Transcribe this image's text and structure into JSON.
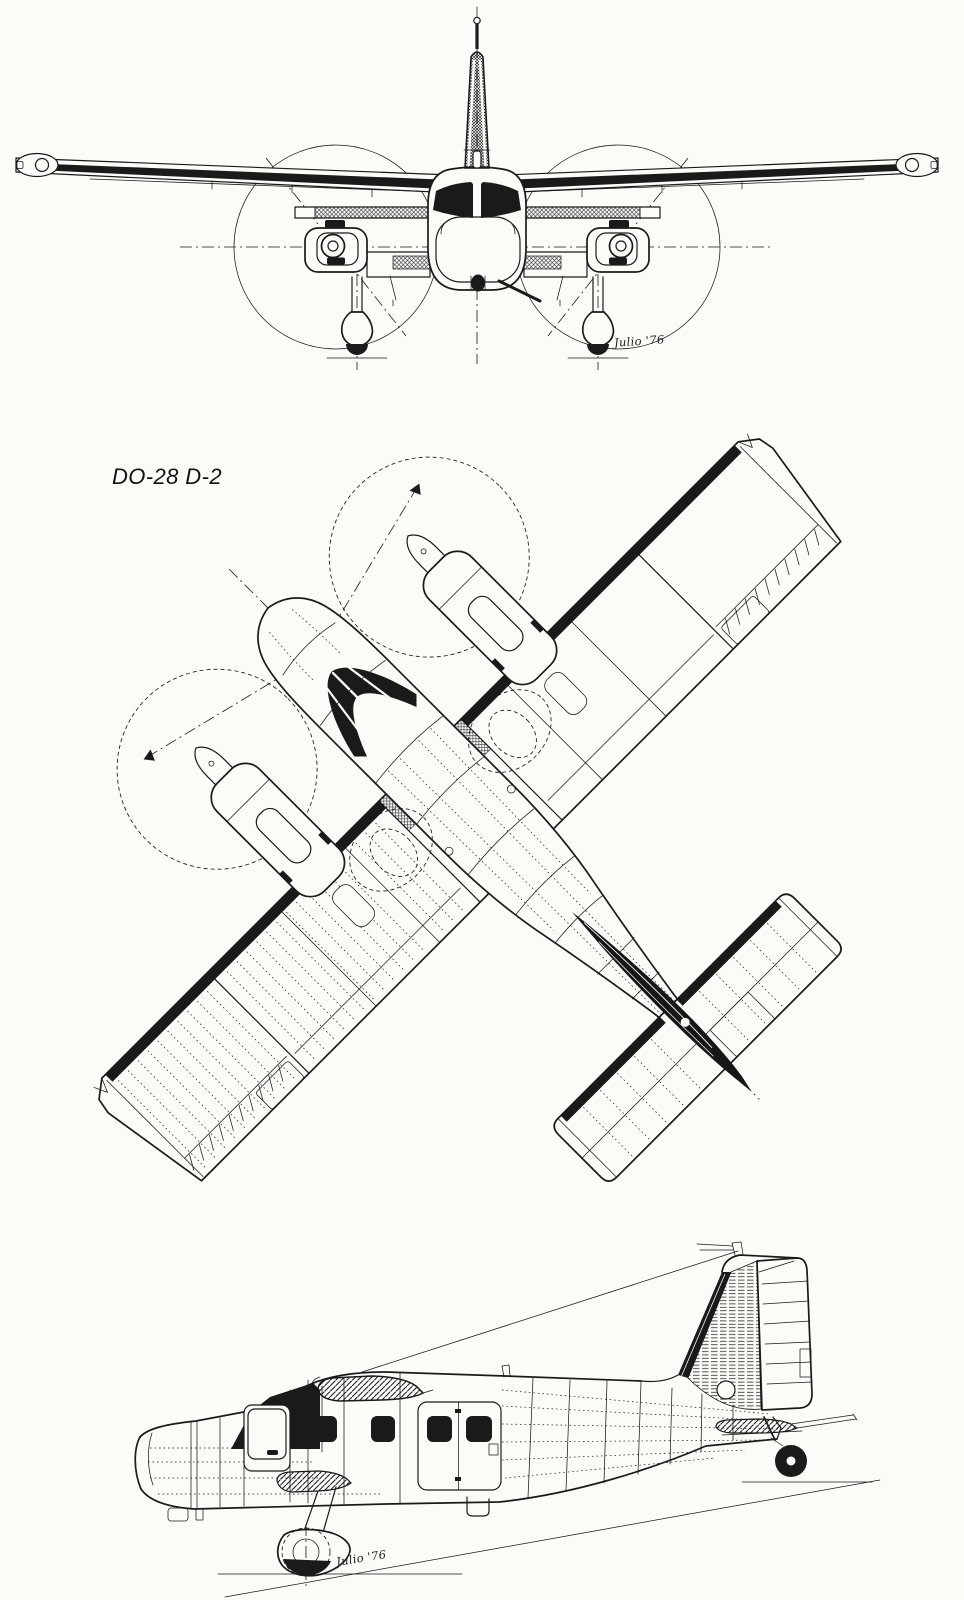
{
  "page": {
    "background_color": "#fbfbf8",
    "ink_color": "#1a1a1a"
  },
  "drawing": {
    "title": "DO-28 D-2",
    "signatures": {
      "front_view": "Julio '76",
      "side_view": "Julio '76"
    }
  }
}
